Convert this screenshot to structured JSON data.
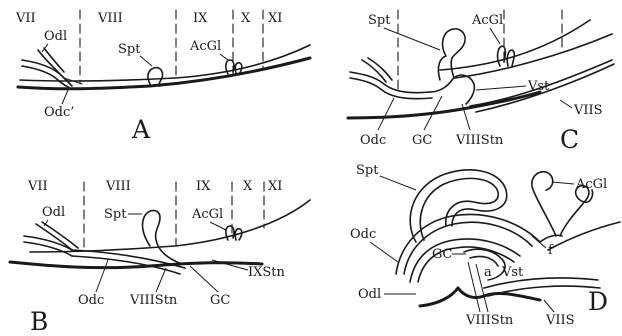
{
  "panels": {
    "A": {
      "letter": "A",
      "segments": [
        "VII",
        "VIII",
        "IX",
        "X",
        "XI"
      ],
      "labels": {
        "odl": "Odl",
        "spt": "Spt",
        "acgl": "AcGl",
        "odc": "Odc’"
      }
    },
    "B": {
      "letter": "B",
      "segments": [
        "VII",
        "VIII",
        "IX",
        "X",
        "XI"
      ],
      "labels": {
        "odl": "Odl",
        "spt": "Spt",
        "acgl": "AcGl",
        "ixstn": "IXStn",
        "odc": "Odc",
        "viiistn": "VIIIStn",
        "gc": "GC"
      }
    },
    "C": {
      "letter": "C",
      "labels": {
        "spt": "Spt",
        "acgl": "AcGl",
        "vst": "Vst",
        "viis": "VIIS",
        "odc": "Odc",
        "gc": "GC",
        "viiistn": "VIIIStn"
      }
    },
    "D": {
      "letter": "D",
      "labels": {
        "spt": "Spt",
        "acgl": "AcGl",
        "odc": "Odc",
        "gc": "GC",
        "f": "f",
        "a": "a",
        "vst": "Vst",
        "odl": "Odl",
        "viiistn": "VIIIStn",
        "viis": "VIIS"
      }
    }
  }
}
